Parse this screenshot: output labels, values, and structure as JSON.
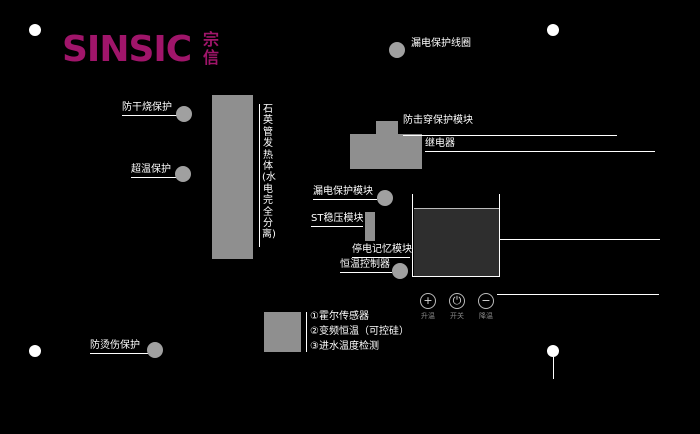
{
  "brand": {
    "logo": "SINSIC",
    "logo_cn": "宗信",
    "color": "#a0156a"
  },
  "labels": {
    "leakage_line": "漏电保护线圈",
    "dry_burn": "防干烧保护",
    "overheat": "超温保护",
    "heater": "石英管发热体(水电完全分离)",
    "anti_breakdown": "防击穿保护模块",
    "relay": "继电器",
    "leakage_module": "漏电保护模块",
    "st_module": "ST稳压模块",
    "power_memory": "停电记忆模块",
    "thermostat": "恒温控制器",
    "anti_scald": "防烫伤保护",
    "hall_sensor": "①霍尔传感器",
    "variable_freq": "②变频恒温（可控硅）",
    "inlet_temp": "③进水温度检测"
  },
  "buttons": [
    {
      "symbol": "+",
      "label": "升温"
    },
    {
      "symbol": "⏻",
      "label": "开关"
    },
    {
      "symbol": "−",
      "label": "降温"
    }
  ]
}
